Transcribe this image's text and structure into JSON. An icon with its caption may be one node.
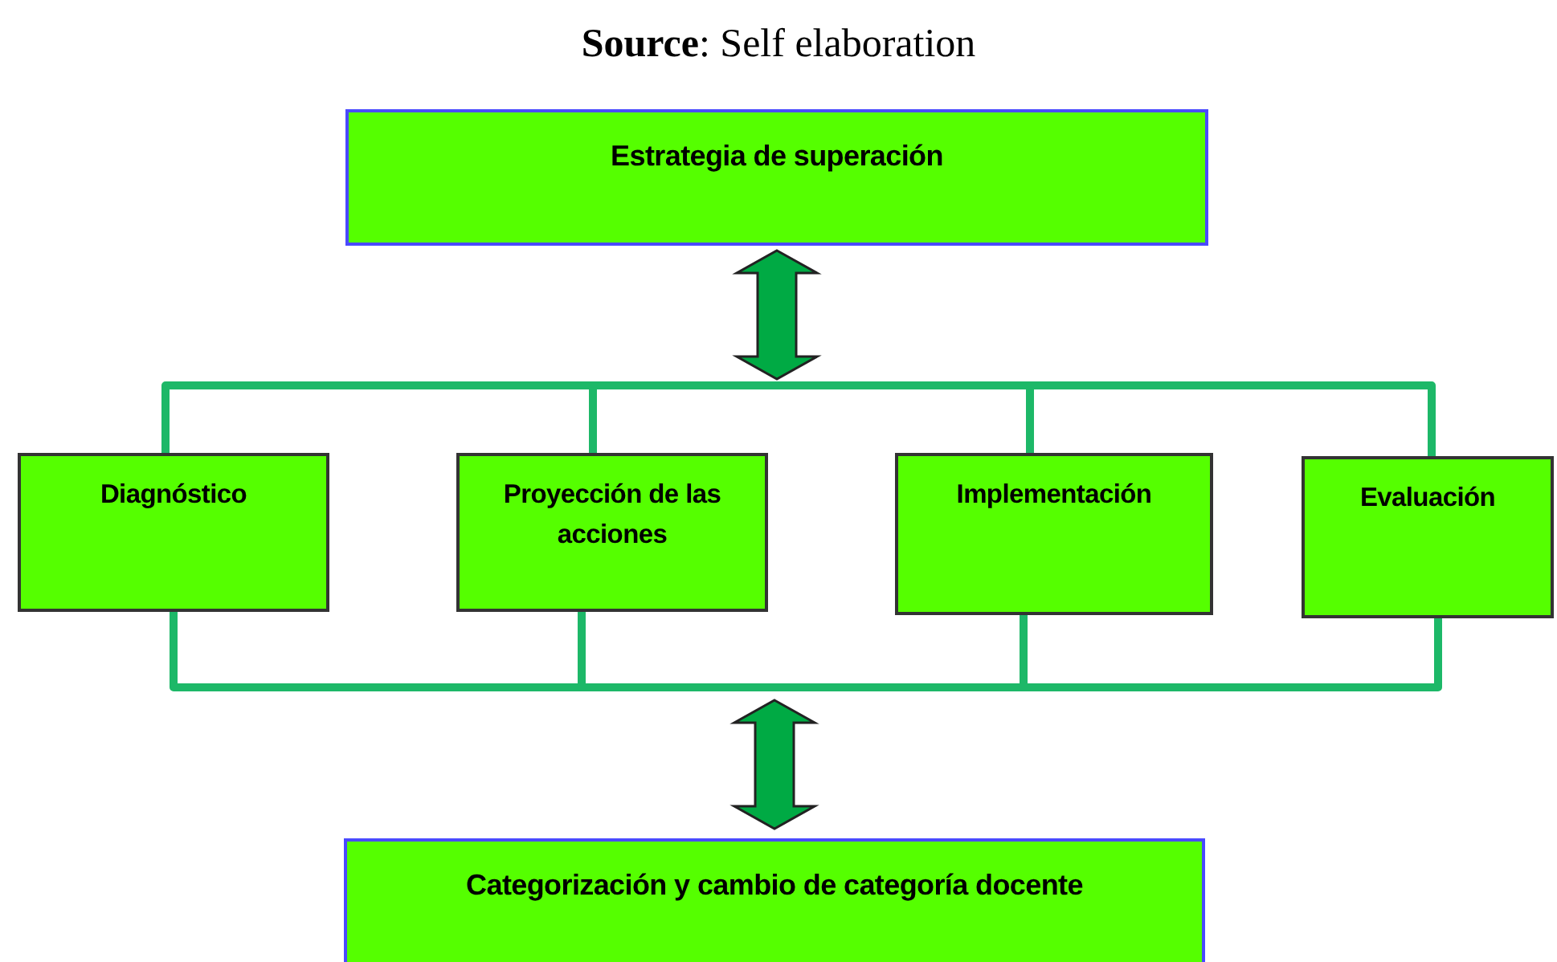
{
  "diagram": {
    "title": "**Source**: Self elaboration",
    "nodes": [
      {
        "text": [
          "Estrategia de superación"
        ]
      },
      {
        "text": [
          "Diagnóstico"
        ]
      },
      {
        "text": [
          "Proyección de las acciones"
        ]
      },
      {
        "text": [
          "Implementación"
        ]
      },
      {
        "text": [
          "Evaluación"
        ]
      },
      {
        "text": [
          "Categorización y cambio de categoría docente"
        ]
      }
    ],
    "edges": [
      {
        "from": 0,
        "to": null,
        "arrow": "both"
      },
      {
        "from": 1,
        "to": 2,
        "arrow": "none"
      },
      {
        "from": 2,
        "to": 3,
        "arrow": "none"
      },
      {
        "from": 3,
        "to": 4,
        "arrow": "none"
      },
      {
        "from": 1,
        "to": 2,
        "arrow": "none"
      },
      {
        "from": 2,
        "to": 3,
        "arrow": "none"
      },
      {
        "from": 3,
        "to": 4,
        "arrow": "none"
      },
      {
        "from": null,
        "to": 5,
        "arrow": "both"
      }
    ]
  }
}
